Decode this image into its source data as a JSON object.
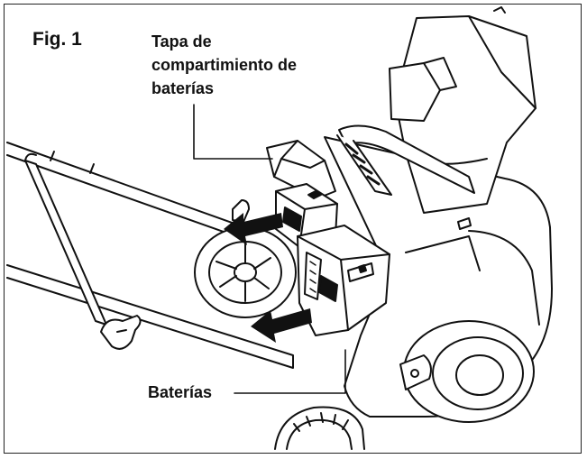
{
  "figure": {
    "title": "Fig. 1",
    "labels": {
      "battery_cover": [
        "Tapa de",
        "compartimiento de",
        "baterías"
      ],
      "batteries": "Baterías"
    }
  },
  "colors": {
    "line": "#111111",
    "paper": "#ffffff",
    "arrow": "#111111"
  }
}
